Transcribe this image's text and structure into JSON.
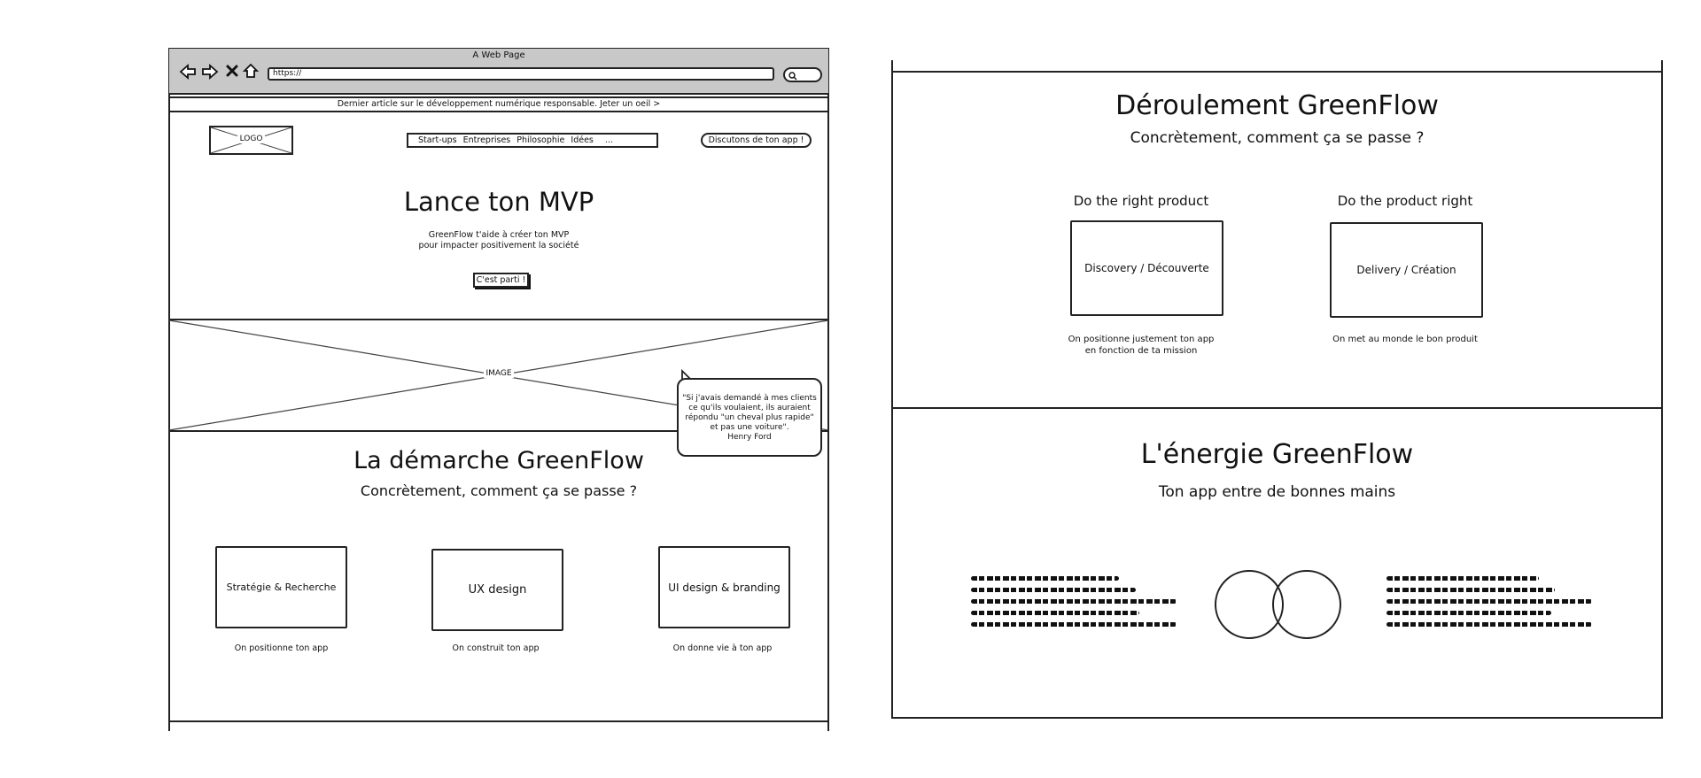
{
  "browser": {
    "title": "A Web Page",
    "url": "https://"
  },
  "banner": {
    "text": "Dernier article sur le développement numérique responsable. Jeter un oeil >"
  },
  "header": {
    "logo": "LOGO",
    "nav": [
      "Start-ups",
      "Entreprises",
      "Philosophie",
      "Idées",
      "..."
    ],
    "cta": "Discutons de ton app !"
  },
  "hero": {
    "title": "Lance ton MVP",
    "subtitle_lines": [
      "GreenFlow t'aide à créer ton MVP",
      "pour impacter positivement la société"
    ],
    "button": "C'est parti !",
    "image_label": "IMAGE"
  },
  "quote": {
    "lines": [
      "\"Si j'avais demandé à mes clients",
      "ce qu'ils voulaient, ils auraient",
      "répondu \"un cheval plus rapide\"",
      "et pas une voiture\".",
      "Henry Ford"
    ]
  },
  "demarche": {
    "title": "La démarche GreenFlow",
    "subtitle": "Concrètement, comment ça se passe ?",
    "cards": [
      {
        "label": "Stratégie & Recherche",
        "caption": "On positionne ton app"
      },
      {
        "label": "UX design",
        "caption": "On construit ton app"
      },
      {
        "label": "UI design & branding",
        "caption": "On donne vie à ton app"
      }
    ]
  },
  "deroulement": {
    "title": "Déroulement GreenFlow",
    "subtitle": "Concrètement, comment ça se passe ?",
    "columns": [
      {
        "heading": "Do the right product",
        "label": "Discovery / Découverte",
        "caption_lines": [
          "On positionne justement ton app",
          "en fonction de ta mission"
        ]
      },
      {
        "heading": "Do the product right",
        "label": "Delivery / Création",
        "caption_lines": [
          "On met au monde le bon produit"
        ]
      }
    ]
  },
  "energie": {
    "title": "L'énergie GreenFlow",
    "subtitle": "Ton app entre de bonnes mains"
  }
}
